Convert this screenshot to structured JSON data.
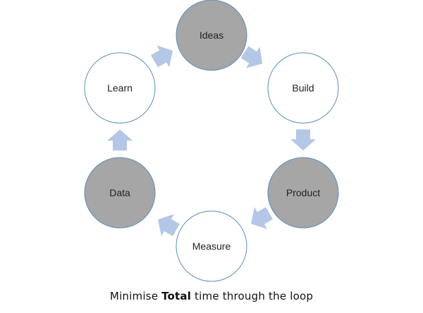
{
  "diagram": {
    "nodes": {
      "ideas": {
        "label": "Ideas",
        "fill": "#a6a6a6"
      },
      "build": {
        "label": "Build",
        "fill": "#ffffff"
      },
      "product": {
        "label": "Product",
        "fill": "#a6a6a6"
      },
      "measure": {
        "label": "Measure",
        "fill": "#ffffff"
      },
      "data": {
        "label": "Data",
        "fill": "#a6a6a6"
      },
      "learn": {
        "label": "Learn",
        "fill": "#ffffff"
      }
    },
    "circle_stroke": "#5b8fbd",
    "arrow_fill": "#b4c7e7"
  },
  "caption": {
    "prefix": "Minimise ",
    "emphasis": "Total",
    "suffix": " time through the loop"
  }
}
